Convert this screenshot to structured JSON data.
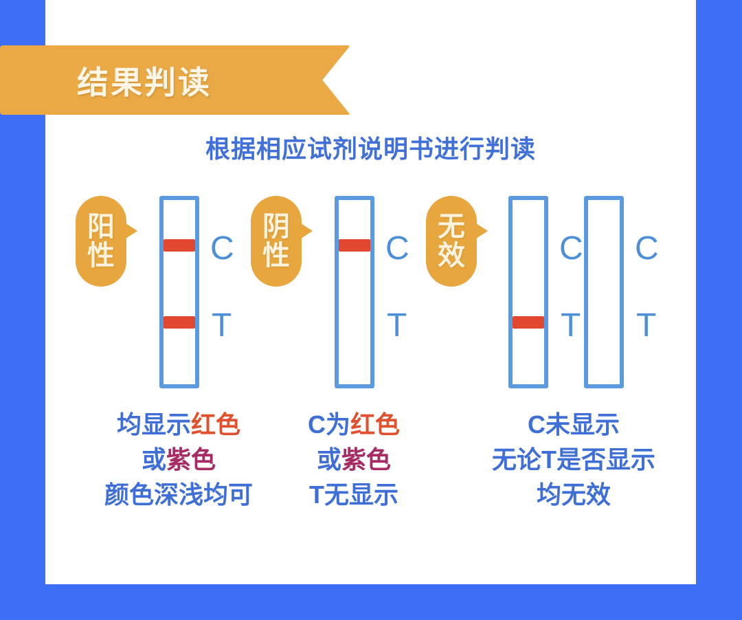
{
  "page": {
    "background_color": "#3d6ef5",
    "card_color": "#ffffff"
  },
  "banner": {
    "title": "结果判读",
    "color": "#eaa945",
    "text_color": "#fdf6e7"
  },
  "subtitle": {
    "text": "根据相应试剂说明书进行判读",
    "color": "#4070d8"
  },
  "colors": {
    "strip_border": "#5b9ade",
    "band_red": "#e2472f",
    "badge_orange": "#e8a63e",
    "label_blue": "#4c8fd8",
    "caption_blue": "#3f6fd6",
    "caption_red": "#e0512f",
    "caption_purple": "#a62a64"
  },
  "groups": [
    {
      "badge": {
        "line1": "阳",
        "line2": "性"
      },
      "strips": [
        {
          "c_band": true,
          "t_band": true,
          "c_label": "C",
          "t_label": "T"
        }
      ],
      "caption": {
        "line1": [
          {
            "t": "均显示",
            "c": "blue"
          },
          {
            "t": "红色",
            "c": "red"
          }
        ],
        "line2": [
          {
            "t": "或",
            "c": "blue"
          },
          {
            "t": "紫色",
            "c": "purple"
          }
        ],
        "line3": [
          {
            "t": "颜色深浅均可",
            "c": "blue"
          }
        ]
      }
    },
    {
      "badge": {
        "line1": "阴",
        "line2": "性"
      },
      "strips": [
        {
          "c_band": true,
          "t_band": false,
          "c_label": "C",
          "t_label": "T"
        }
      ],
      "caption": {
        "line1": [
          {
            "t": "C为",
            "c": "blue"
          },
          {
            "t": "红色",
            "c": "red"
          }
        ],
        "line2": [
          {
            "t": "或",
            "c": "blue"
          },
          {
            "t": "紫色",
            "c": "purple"
          }
        ],
        "line3": [
          {
            "t": "T无显示",
            "c": "blue"
          }
        ]
      }
    },
    {
      "badge": {
        "line1": "无",
        "line2": "效"
      },
      "strips": [
        {
          "c_band": false,
          "t_band": true,
          "c_label": "C",
          "t_label": "T"
        },
        {
          "c_band": false,
          "t_band": false,
          "c_label": "C",
          "t_label": "T"
        }
      ],
      "caption": {
        "line1": [
          {
            "t": "C未显示",
            "c": "blue"
          }
        ],
        "line2": [
          {
            "t": "无论T是否显示",
            "c": "blue"
          }
        ],
        "line3": [
          {
            "t": "均无效",
            "c": "blue"
          }
        ]
      }
    }
  ]
}
